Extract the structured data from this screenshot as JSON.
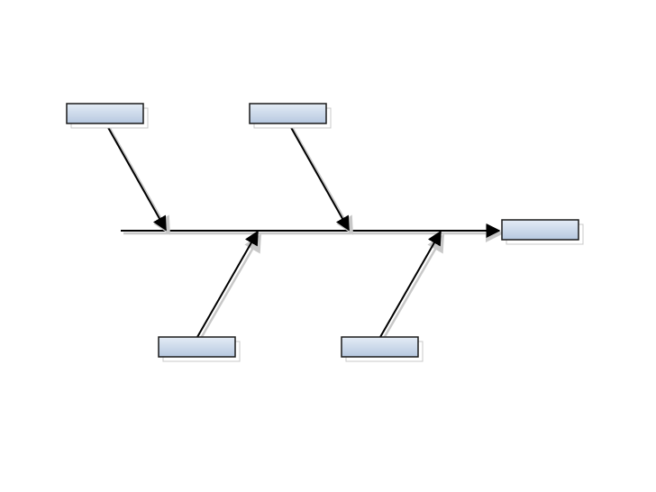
{
  "diagram": {
    "type": "fishbone",
    "colors": {
      "box_fill_top": "#e4ecf6",
      "box_fill_bottom": "#b6c8e0",
      "box_stroke": "#1a1a1a",
      "line": "#000000",
      "shadow": "#c8c8c8"
    },
    "effect_box": {
      "label": ""
    },
    "cause_boxes": [
      {
        "id": "cause-top-left",
        "label": ""
      },
      {
        "id": "cause-top-right",
        "label": ""
      },
      {
        "id": "cause-bottom-left",
        "label": ""
      },
      {
        "id": "cause-bottom-right",
        "label": ""
      }
    ]
  }
}
